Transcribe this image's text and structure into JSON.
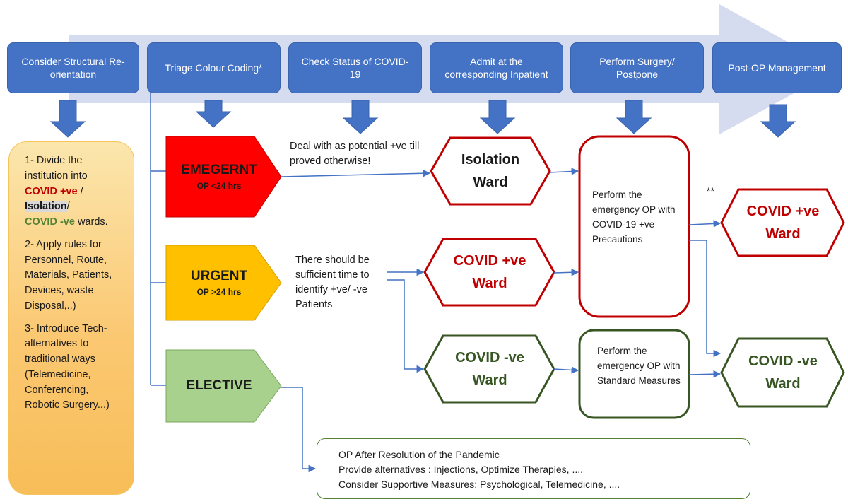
{
  "steps": [
    "Consider Structural Re-orientation",
    "Triage Colour Coding*",
    "Check Status of COVID-19",
    "Admit at the corresponding Inpatient",
    "Perform Surgery/ Postpone",
    "Post-OP Management"
  ],
  "structural_box": {
    "item1_prefix": "1- Divide the institution into",
    "covid_pos": "COVID +ve",
    "slash1": " /",
    "isolation": "Isolation",
    "slash2": "/",
    "covid_neg": "COVID -ve",
    "item1_suffix": " wards.",
    "item2": "2- Apply rules for Personnel, Route, Materials, Patients, Devices, waste Disposal,..)",
    "item3": "3- Introduce Tech-alternatives to traditional ways (Telemedicine, Conferencing, Robotic Surgery...)"
  },
  "triage": {
    "emergent": {
      "title": "EMEGERNT",
      "sub": "OP <24 hrs"
    },
    "urgent": {
      "title": "URGENT",
      "sub": "OP >24 hrs"
    },
    "elective": {
      "title": "ELECTIVE"
    }
  },
  "notes": {
    "emergent": "Deal with as potential +ve till proved otherwise!",
    "urgent": "There should be sufficient time to identify +ve/ -ve Patients"
  },
  "wards": {
    "isolation": "Isolation Ward",
    "covid_pos": "COVID +ve Ward",
    "covid_neg": "COVID -ve Ward",
    "post_pos": "COVID +ve Ward",
    "post_neg": "COVID -ve Ward"
  },
  "surgery": {
    "covid_precautions": "Perform the emergency OP with COVID-19 +ve Precautions",
    "standard": "Perform the emergency OP with Standard Measures"
  },
  "marker": "**",
  "elective_plan": [
    "OP After Resolution of the Pandemic",
    "Provide alternatives : Injections, Optimize Therapies, ....",
    "Consider Supportive Measures: Psychological, Telemedicine, ...."
  ],
  "colors": {
    "step_blue": "#4472c4",
    "emergent_red": "#ff0000",
    "urgent_amber": "#ffc000",
    "elective_green": "#a9d18e",
    "covid_pos_red": "#c00000",
    "covid_neg_green": "#375623",
    "timeline_arrow": "#d6dcf0"
  }
}
